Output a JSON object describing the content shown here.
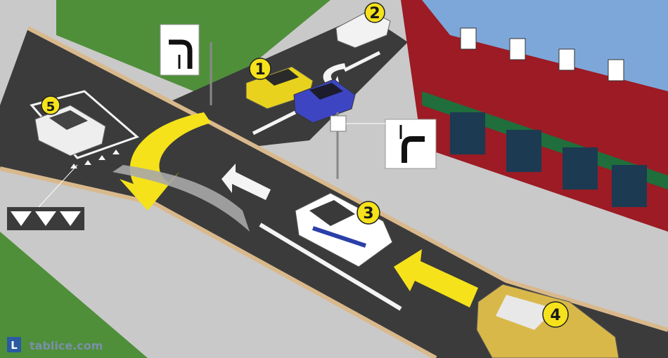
{
  "scene": {
    "colors": {
      "road": "#3b3b3b",
      "sidewalk": "#c9c9c9",
      "curb": "#d9b98c",
      "grass": "#4f8f3a",
      "building_red": "#9c1b24",
      "building_roof": "#7da7d9",
      "awning": "#1f6e3c",
      "arrow_yellow": "#f5e21b",
      "arrow_white": "#f4f4f4",
      "arrow_gray": "#a9a9a9"
    },
    "vehicles": [
      {
        "number": "1",
        "color": "#e8d21e",
        "name": "yellow-car"
      },
      {
        "number": "2",
        "color": "#f2f2f2",
        "name": "white-car-far"
      },
      {
        "number": "3",
        "color": "#ffffff",
        "name": "police-car"
      },
      {
        "number": "4",
        "color": "#d9b84a",
        "name": "gold-car"
      },
      {
        "number": "5",
        "color": "#eeeeee",
        "name": "white-car-left"
      }
    ],
    "signs": [
      {
        "name": "priority-road-sign-left",
        "icon": "priority-road-bend-icon"
      },
      {
        "name": "priority-road-sign-right",
        "icon": "priority-road-bend-icon"
      },
      {
        "name": "yield-triangles-marking",
        "icon": "yield-triangles-icon"
      }
    ],
    "watermark": {
      "letter": "L",
      "text": "tablice.com"
    }
  }
}
